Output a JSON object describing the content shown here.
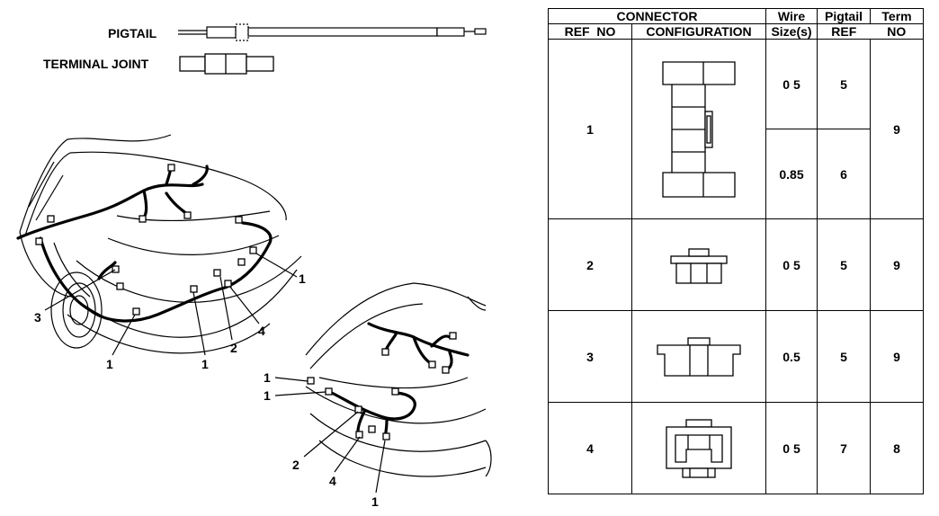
{
  "legend": {
    "pigtail_label": "PIGTAIL",
    "terminal_joint_label": "TERMINAL JOINT"
  },
  "callouts": {
    "top_view": [
      "3",
      "1",
      "1",
      "2",
      "4",
      "1"
    ],
    "bottom_view": [
      "1",
      "1",
      "2",
      "4",
      "1"
    ]
  },
  "table": {
    "headers": {
      "connector": "CONNECTOR",
      "wire": "Wire",
      "pigtail": "Pigtail",
      "term": "Term",
      "ref_no": "REF  NO",
      "configuration": "CONFIGURATION",
      "wire_sizes": "Size(s)",
      "ref_no_split_a": "REF",
      "ref_no_split_b": "NO"
    },
    "rows": [
      {
        "ref": "1",
        "wire": "0 5",
        "pigtail": "5",
        "term": "9",
        "icon": "connector-1-icon"
      },
      {
        "wire": "0.85",
        "pigtail": "6"
      },
      {
        "ref": "2",
        "wire": "0 5",
        "pigtail": "5",
        "term": "9",
        "icon": "connector-2-icon"
      },
      {
        "ref": "3",
        "wire": "0.5",
        "pigtail": "5",
        "term": "9",
        "icon": "connector-3-icon"
      },
      {
        "ref": "4",
        "wire": "0 5",
        "pigtail": "7",
        "term": "8",
        "icon": "connector-4-icon"
      }
    ]
  }
}
